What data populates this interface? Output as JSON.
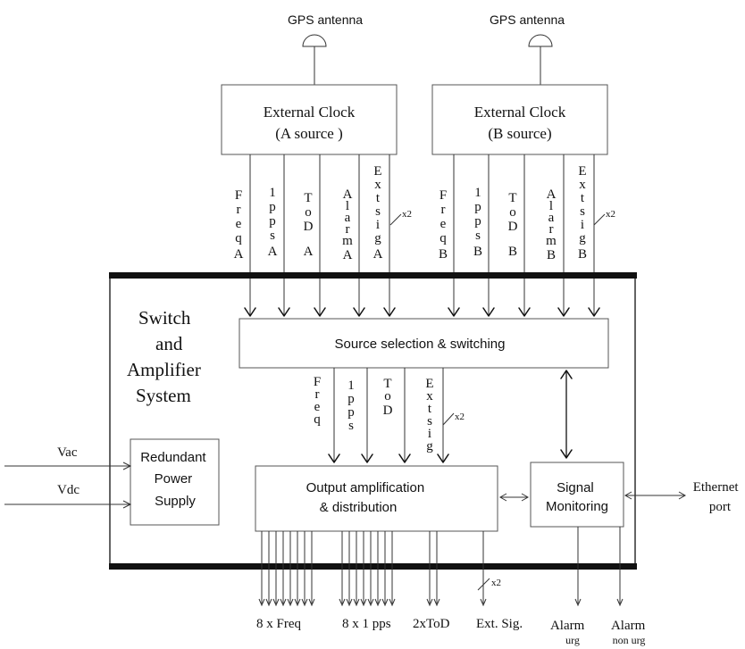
{
  "antennas": {
    "a": "GPS antenna",
    "b": "GPS antenna"
  },
  "clock_a": {
    "line1": "External Clock",
    "line2": "(A source )"
  },
  "clock_b": {
    "line1": "External Clock",
    "line2": "(B source)"
  },
  "signals_a": {
    "freq": [
      "F",
      "r",
      "e",
      "q",
      "A"
    ],
    "pps": [
      "1",
      "p",
      "p",
      "s",
      "A"
    ],
    "tod": [
      "T",
      "o",
      "D",
      "A"
    ],
    "alarm": [
      "A",
      "l",
      "a",
      "r",
      "m",
      "A"
    ],
    "ext": [
      "E",
      "x",
      "t",
      "s",
      "i",
      "g",
      "A"
    ],
    "mult": "x2"
  },
  "signals_b": {
    "freq": [
      "F",
      "r",
      "e",
      "q",
      "B"
    ],
    "pps": [
      "1",
      "p",
      "p",
      "s",
      "B"
    ],
    "tod": [
      "T",
      "o",
      "D",
      "B"
    ],
    "alarm": [
      "A",
      "l",
      "a",
      "r",
      "m",
      "B"
    ],
    "ext": [
      "E",
      "x",
      "t",
      "s",
      "i",
      "g",
      "B"
    ],
    "mult": "x2"
  },
  "system_title": [
    "Switch",
    "and",
    "Amplifier",
    "System"
  ],
  "source_selection": "Source selection & switching",
  "mid_signals": {
    "freq": [
      "F",
      "r",
      "e",
      "q"
    ],
    "pps": [
      "1",
      "p",
      "p",
      "s"
    ],
    "tod": [
      "T",
      "o",
      "D"
    ],
    "ext": [
      "E",
      "x",
      "t",
      "s",
      "i",
      "g"
    ],
    "mult": "x2"
  },
  "power_supply": [
    "Redundant",
    "Power",
    "Supply"
  ],
  "inputs": {
    "vac": "Vac",
    "vdc": "Vdc"
  },
  "output_block": [
    "Output amplification",
    "& distribution"
  ],
  "monitoring": [
    "Signal",
    "Monitoring"
  ],
  "ethernet": [
    "Ethernet",
    "port"
  ],
  "outputs": {
    "freq": "8 x Freq",
    "pps": "8 x 1 pps",
    "tod": "2xToD",
    "ext": "Ext. Sig.",
    "ext_mult": "x2",
    "alarm_urg": [
      "Alarm",
      "urg"
    ],
    "alarm_nonurg": [
      "Alarm",
      "non urg"
    ]
  }
}
